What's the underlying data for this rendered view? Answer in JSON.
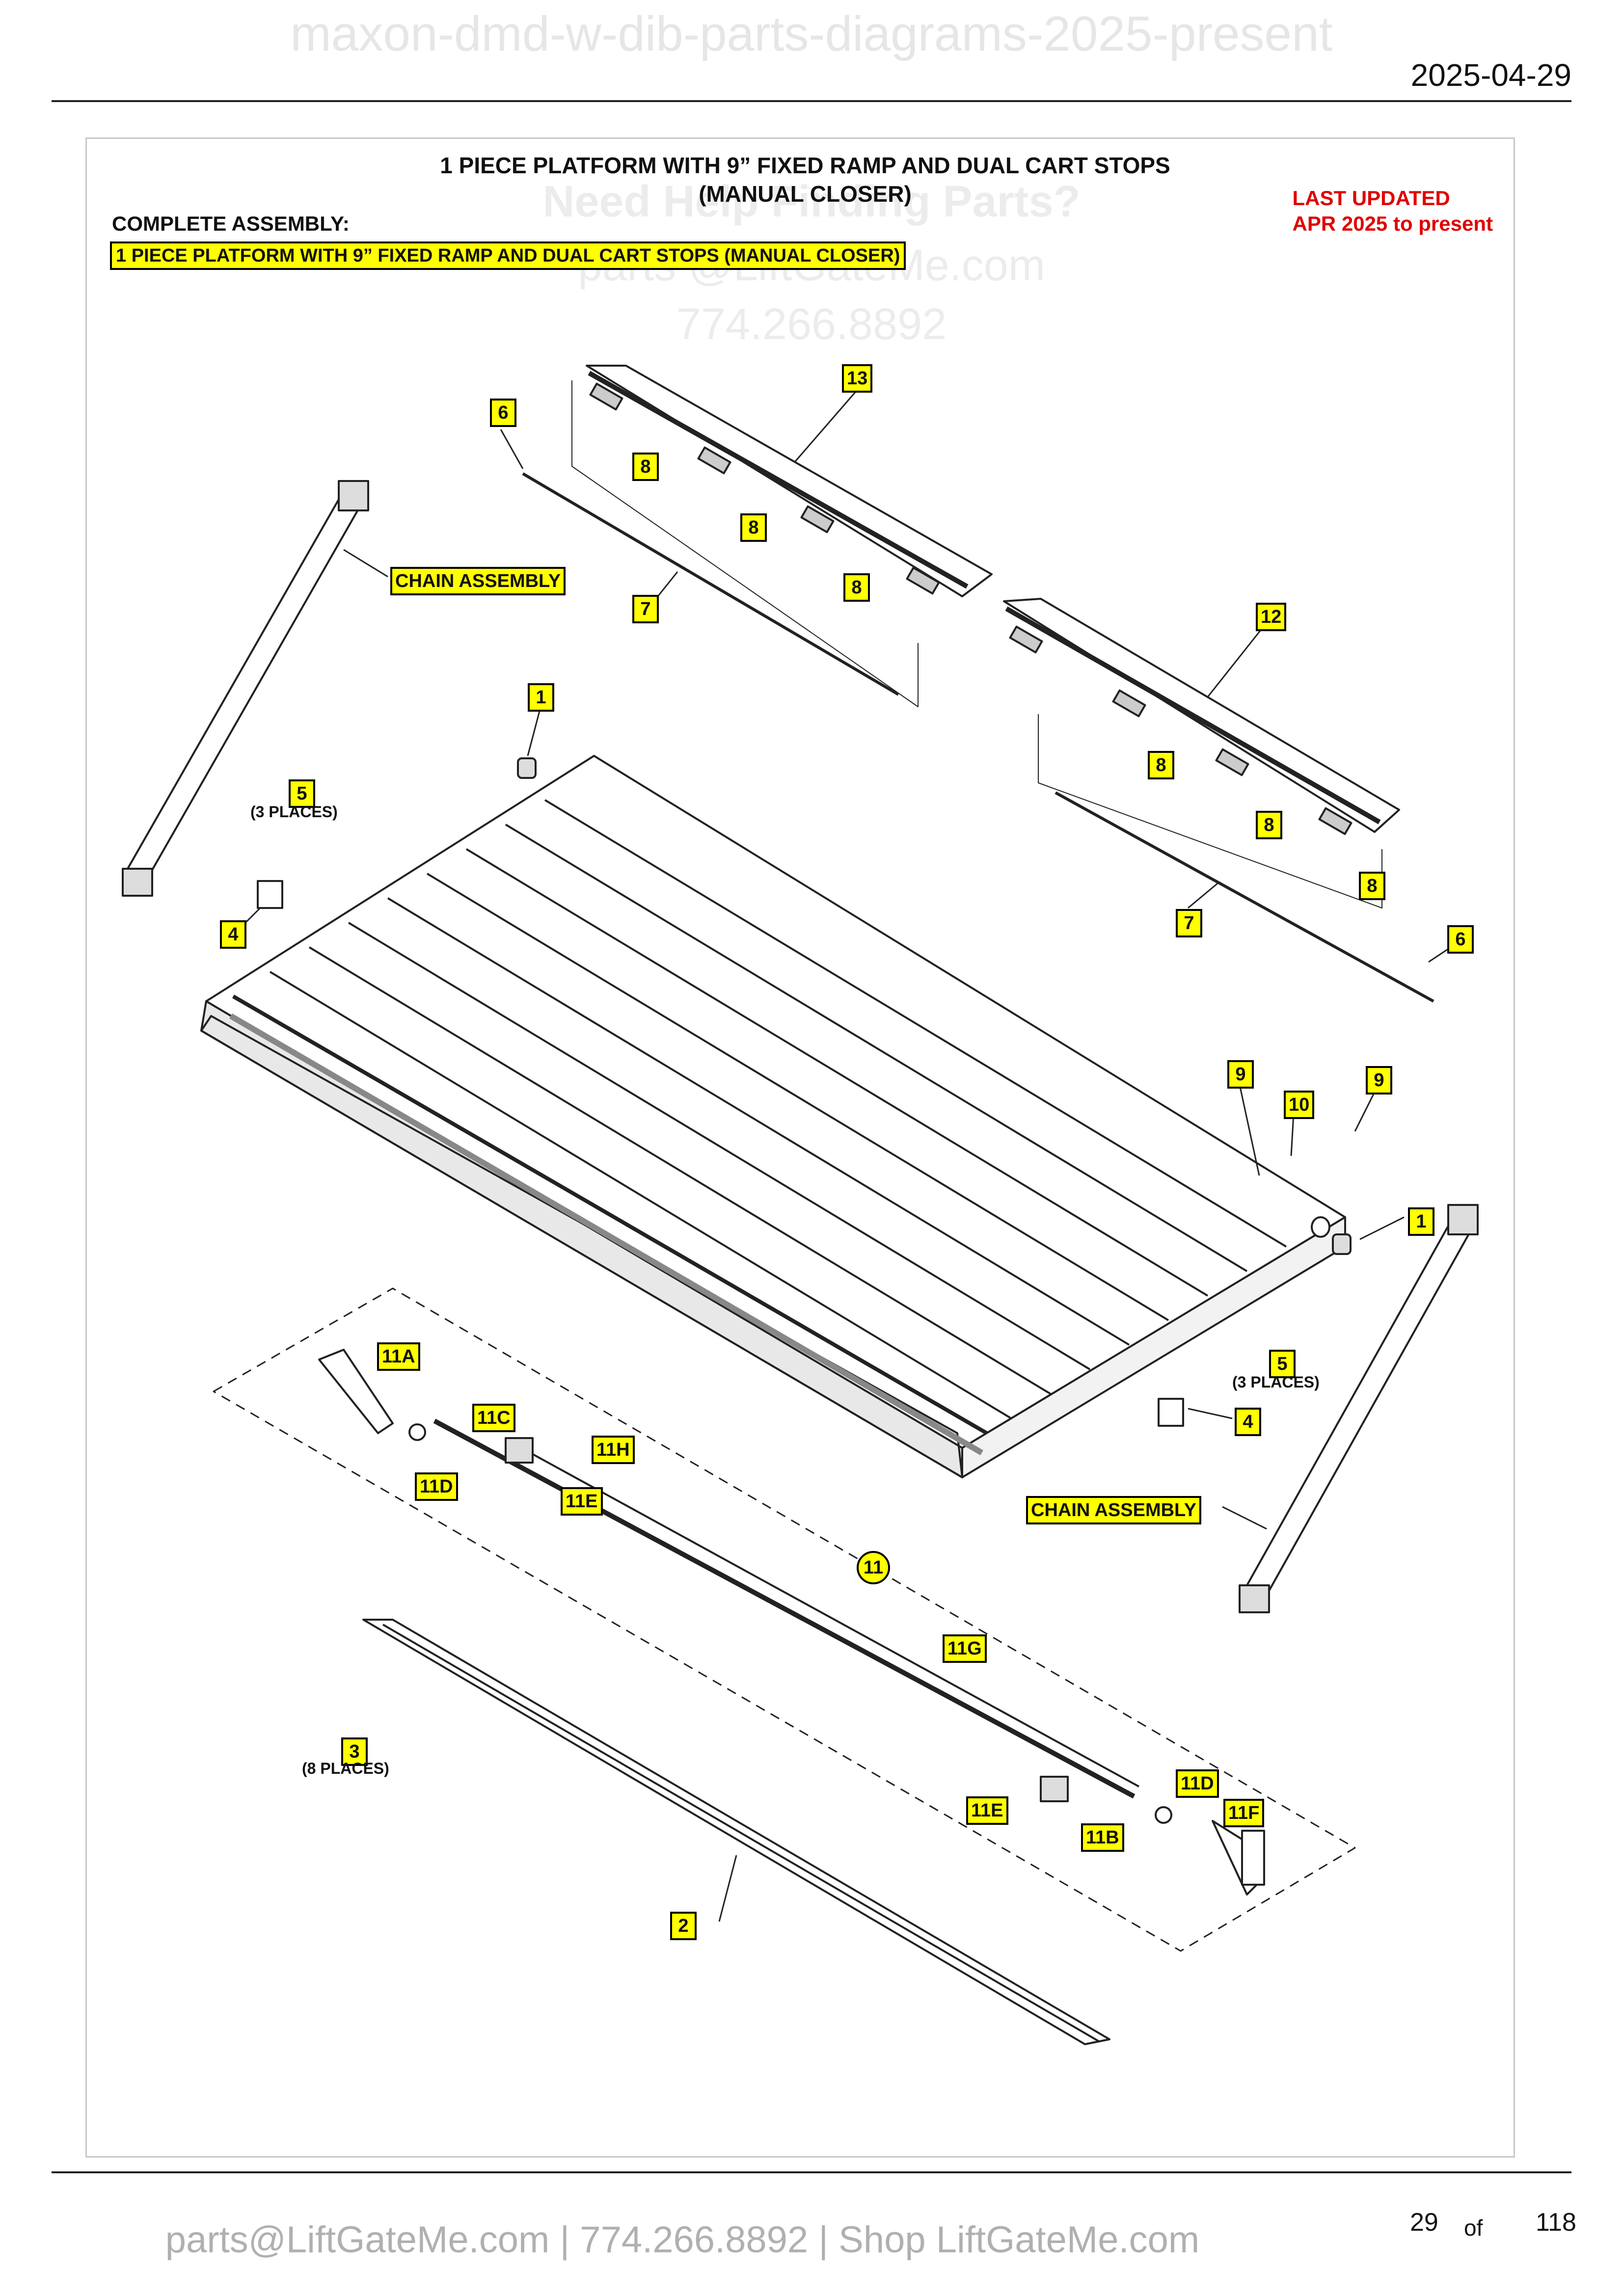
{
  "header": {
    "watermark": "maxon-dmd-w-dib-parts-diagrams-2025-present",
    "date": "2025-04-29"
  },
  "diagram": {
    "title_line1": "1 PIECE PLATFORM WITH 9” FIXED RAMP AND DUAL CART STOPS",
    "title_line2": "(MANUAL CLOSER)",
    "complete_assembly_label": "COMPLETE ASSEMBLY:",
    "complete_assembly_value": "1 PIECE PLATFORM WITH 9” FIXED RAMP AND DUAL CART STOPS (MANUAL CLOSER)",
    "last_updated_line1": "LAST UPDATED",
    "last_updated_line2": "APR 2025 to present",
    "watermark": {
      "line1": "Need Help Finding Parts?",
      "line2": "parts @LiftGateMe.com",
      "line3": "774.266.8892"
    },
    "callouts": {
      "c1a": "1",
      "c1b": "1",
      "c2": "2",
      "c3": "3",
      "c4a": "4",
      "c4b": "4",
      "c5a": "5",
      "c5b": "5",
      "c6a": "6",
      "c6b": "6",
      "c7a": "7",
      "c7b": "7",
      "c8a": "8",
      "c8b": "8",
      "c8c": "8",
      "c8d": "8",
      "c8e": "8",
      "c8f": "8",
      "c9a": "9",
      "c9b": "9",
      "c10": "10",
      "c11": "11",
      "c11a": "11A",
      "c11b": "11B",
      "c11c": "11C",
      "c11d1": "11D",
      "c11d2": "11D",
      "c11e1": "11E",
      "c11e2": "11E",
      "c11f": "11F",
      "c11g": "11G",
      "c11h": "11H",
      "c12": "12",
      "c13": "13",
      "chain1": "CHAIN ASSEMBLY",
      "chain2": "CHAIN ASSEMBLY"
    },
    "notes": {
      "places3a": "(3 PLACES)",
      "places3b": "(3 PLACES)",
      "places8": "(8 PLACES)"
    }
  },
  "footer": {
    "contact": "parts@LiftGateMe.com | 774.266.8892 | Shop LiftGateMe.com",
    "page_current": "29",
    "page_of": "of",
    "page_total": "118"
  }
}
